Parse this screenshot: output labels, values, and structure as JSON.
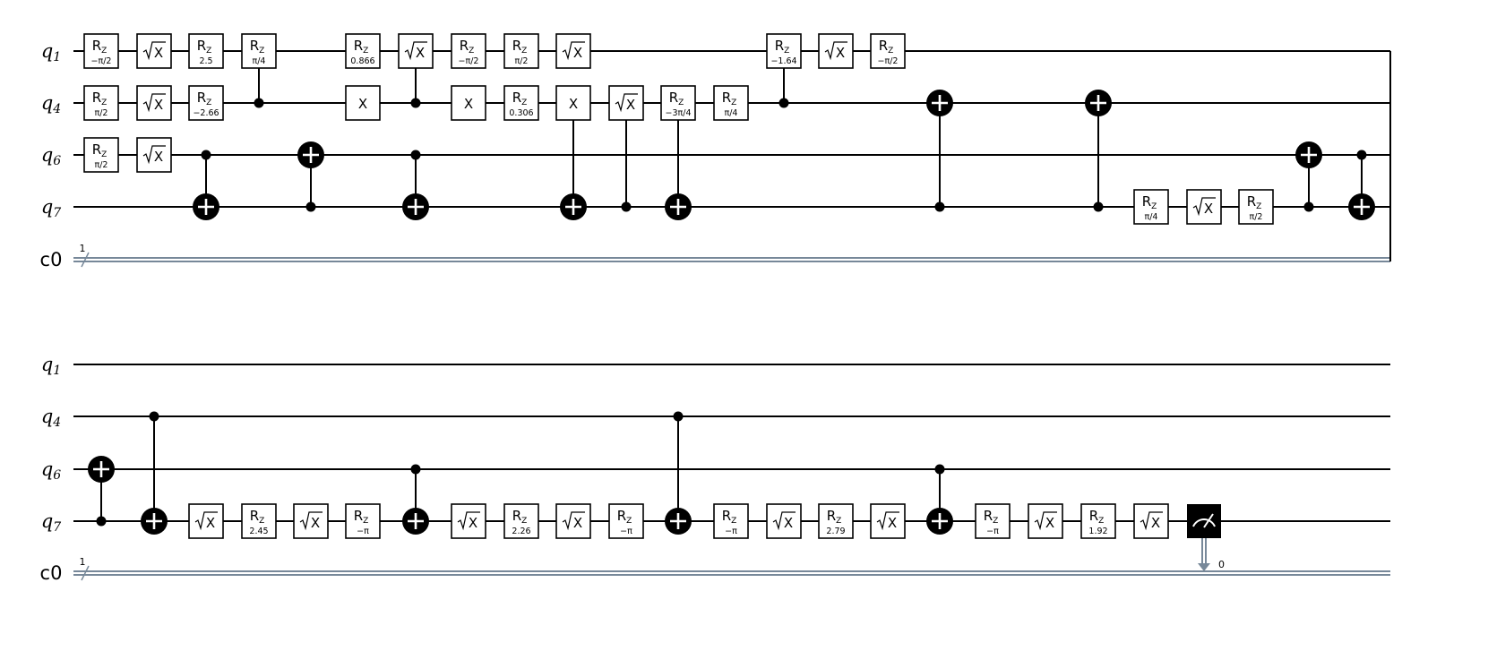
{
  "diagram": {
    "type": "quantum_circuit",
    "qubits": [
      "q1",
      "q4",
      "q6",
      "q7"
    ],
    "classical_register": "c0",
    "classical_width": "1",
    "measure_bit": "0",
    "rows": [
      {
        "ops": [
          {
            "t": "rz",
            "q": "q1",
            "p": "−π/2"
          },
          {
            "t": "sx",
            "q": "q1"
          },
          {
            "t": "rz",
            "q": "q1",
            "p": "2.5"
          },
          {
            "t": "cx",
            "c": "q4",
            "x": "q1"
          },
          {
            "t": "rz",
            "q": "q1",
            "p": "π/4"
          },
          {
            "t": "cx",
            "c": "q4",
            "x": "q1"
          },
          {
            "t": "rz",
            "q": "q1",
            "p": "0.866"
          },
          {
            "t": "sx",
            "q": "q1"
          },
          {
            "t": "rz",
            "q": "q1",
            "p": "−π/2"
          },
          {
            "t": "cx",
            "c": "q4",
            "x": "q1"
          },
          {
            "t": "rz",
            "q": "q1",
            "p": "π/2"
          },
          {
            "t": "sx",
            "q": "q1"
          },
          {
            "t": "rz",
            "q": "q1",
            "p": "−1.64"
          },
          {
            "t": "sx",
            "q": "q1"
          },
          {
            "t": "rz",
            "q": "q1",
            "p": "−π/2"
          },
          {
            "t": "rz",
            "q": "q4",
            "p": "π/2"
          },
          {
            "t": "sx",
            "q": "q4"
          },
          {
            "t": "rz",
            "q": "q4",
            "p": "−2.66"
          },
          {
            "t": "x",
            "q": "q4"
          },
          {
            "t": "x",
            "q": "q4"
          },
          {
            "t": "rz",
            "q": "q4",
            "p": "0.306"
          },
          {
            "t": "cx",
            "c": "q4",
            "x": "q7"
          },
          {
            "t": "cx",
            "c": "q7",
            "x": "q4"
          },
          {
            "t": "cx",
            "c": "q4",
            "x": "q7"
          },
          {
            "t": "x",
            "q": "q4"
          },
          {
            "t": "sx",
            "q": "q4"
          },
          {
            "t": "rz",
            "q": "q4",
            "p": "−3π/4"
          },
          {
            "t": "cx",
            "c": "q7",
            "x": "q4"
          },
          {
            "t": "rz",
            "q": "q4",
            "p": "π/4"
          },
          {
            "t": "cx",
            "c": "q7",
            "x": "q4"
          },
          {
            "t": "rz",
            "q": "q6",
            "p": "π/2"
          },
          {
            "t": "sx",
            "q": "q6"
          },
          {
            "t": "cx",
            "c": "q6",
            "x": "q7"
          },
          {
            "t": "cx",
            "c": "q7",
            "x": "q6"
          },
          {
            "t": "cx",
            "c": "q6",
            "x": "q7"
          },
          {
            "t": "rz",
            "q": "q7",
            "p": "π/4"
          },
          {
            "t": "sx",
            "q": "q7"
          },
          {
            "t": "rz",
            "q": "q7",
            "p": "π/2"
          },
          {
            "t": "cx",
            "c": "q7",
            "x": "q6"
          },
          {
            "t": "cx",
            "c": "q6",
            "x": "q7"
          }
        ]
      },
      {
        "ops": [
          {
            "t": "cx",
            "c": "q7",
            "x": "q6"
          },
          {
            "t": "cx",
            "c": "q4",
            "x": "q7"
          },
          {
            "t": "sx",
            "q": "q7"
          },
          {
            "t": "rz",
            "q": "q7",
            "p": "2.45"
          },
          {
            "t": "sx",
            "q": "q7"
          },
          {
            "t": "rz",
            "q": "q7",
            "p": "−π"
          },
          {
            "t": "cx",
            "c": "q6",
            "x": "q7"
          },
          {
            "t": "sx",
            "q": "q7"
          },
          {
            "t": "rz",
            "q": "q7",
            "p": "2.26"
          },
          {
            "t": "sx",
            "q": "q7"
          },
          {
            "t": "rz",
            "q": "q7",
            "p": "−π"
          },
          {
            "t": "cx",
            "c": "q4",
            "x": "q7"
          },
          {
            "t": "rz",
            "q": "q7",
            "p": "−π"
          },
          {
            "t": "sx",
            "q": "q7"
          },
          {
            "t": "rz",
            "q": "q7",
            "p": "2.79"
          },
          {
            "t": "sx",
            "q": "q7"
          },
          {
            "t": "cx",
            "c": "q6",
            "x": "q7"
          },
          {
            "t": "rz",
            "q": "q7",
            "p": "−π"
          },
          {
            "t": "sx",
            "q": "q7"
          },
          {
            "t": "rz",
            "q": "q7",
            "p": "1.92"
          },
          {
            "t": "sx",
            "q": "q7"
          },
          {
            "t": "measure",
            "q": "q7"
          }
        ]
      }
    ]
  }
}
